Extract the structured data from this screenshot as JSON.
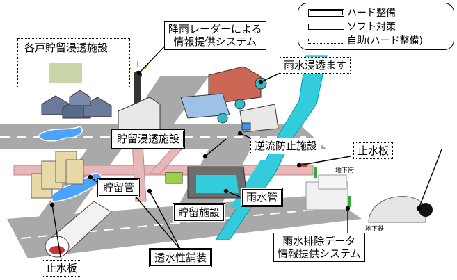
{
  "legend": {
    "hard": "ハード整備",
    "soft": "ソフト対策",
    "self": "自助(ハード整備)"
  },
  "labels": {
    "kakko": "各戸貯留浸透施設",
    "radar_line1": "降雨レーダーによる",
    "radar_line2": "情報提供システム",
    "usui_shinto": "雨水浸透ます",
    "chouryu_shinto": "貯留浸透施設",
    "gyakuryu": "逆流防止施設",
    "shisuiban_right": "止水板",
    "chouryukan": "貯留管",
    "chouryushisetsu": "貯留施設",
    "usuikan": "雨水管",
    "haijo_line1": "雨水排除データ",
    "haijo_line2": "情報提供システム",
    "toshui": "透水性舗装",
    "shisuiban_left": "止水板",
    "chikagai": "地下街",
    "chikatetsu": "地下鉄"
  },
  "colors": {
    "road": "#a9a9a9",
    "road_marking": "#ffffff",
    "pipe": "#e8b8b8",
    "water": "#33ccdd",
    "flood": "#4aa3ff",
    "building_beige": "#e8d9a8",
    "tank": "#33bbcc"
  }
}
